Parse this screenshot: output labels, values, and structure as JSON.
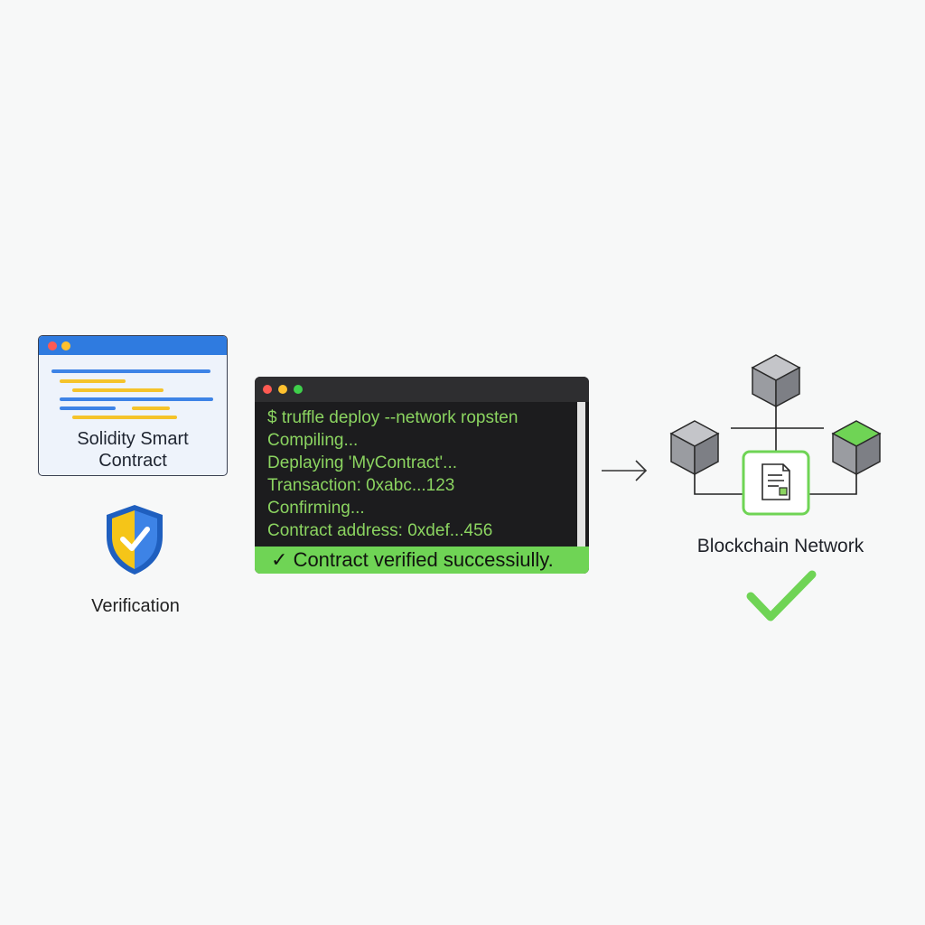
{
  "editor": {
    "title_line1": "Solidity Smart",
    "title_line2": "Contract"
  },
  "verification": {
    "label": "Verification",
    "icon": "shield-check-icon"
  },
  "terminal": {
    "lines": [
      "$ truffle deploy --network ropsten",
      "Compiling...",
      "Deplaying 'MyContract'...",
      "Transaction: 0xabc...123",
      "Confirming...",
      "Contract address: 0xdef...456"
    ],
    "success_icon": "✓",
    "success_text": "Contract verified successiully."
  },
  "network": {
    "label": "Blockchain Network",
    "icon": "document-icon",
    "check_icon": "checkmark-icon"
  },
  "colors": {
    "accent_blue": "#2f7be0",
    "accent_green": "#6fd455",
    "terminal_text": "#8bd460",
    "shield_yellow": "#f5c518",
    "cube_gray": "#8e9096"
  }
}
